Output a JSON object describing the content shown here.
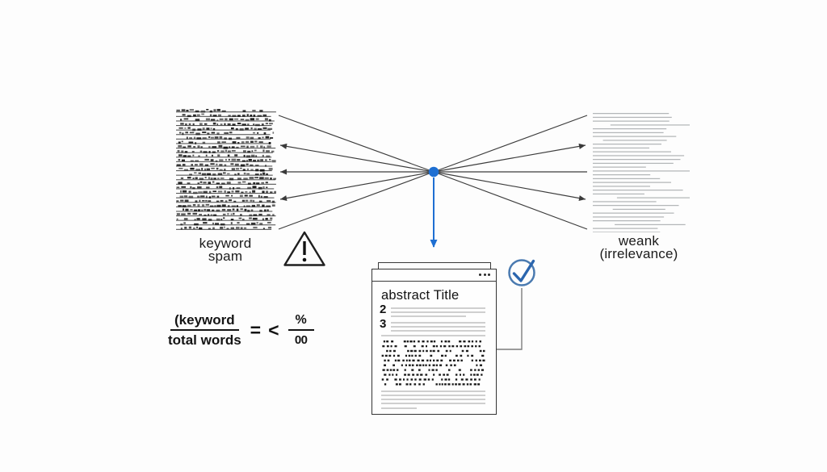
{
  "left_block": {
    "label": [
      "keyword",
      "spam"
    ],
    "content_style": "dense-garbled-keyword-text"
  },
  "right_block": {
    "label": [
      "weank",
      "(irrelevance)"
    ],
    "content_style": "faded-gray-text-lines"
  },
  "document": {
    "title": "abstract Title",
    "item_numbers": [
      "2",
      "3"
    ]
  },
  "formula": {
    "numerator": "(keyword",
    "denominator": "total words",
    "equals": "=",
    "comparator": "<",
    "rate_numerator": "%",
    "rate_denominator": "00"
  },
  "icons": {
    "warning_triangle": "exclamation-triangle",
    "approval_check": "check-circle",
    "cluster_hub": "blue-dot",
    "window_menu": "three-dots",
    "down_arrow": "arrow-down"
  },
  "colors": {
    "accent_blue": "#1e6fd2",
    "check_blue": "#2a65ae",
    "check_ring_blue": "#4a7ab0",
    "connector_gray": "#3c3c3c",
    "faded_text_gray": "#b3b6b8",
    "rule_gray": "#a0a0a0"
  }
}
